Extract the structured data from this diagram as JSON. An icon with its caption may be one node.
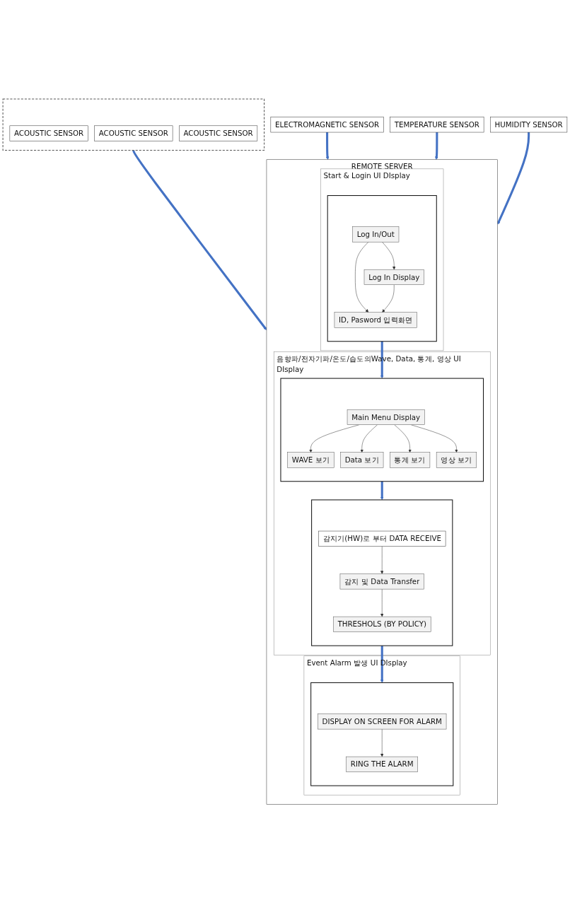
{
  "diagram": {
    "nodes": [
      {
        "text": [],
        "shape": "box"
      },
      {
        "text": [
          "ACOUSTIC SENSOR"
        ],
        "in": 0
      },
      {
        "text": [
          "ACOUSTIC SENSOR"
        ],
        "in": 0
      },
      {
        "text": [
          "ACOUSTIC SENSOR"
        ],
        "in": 0
      },
      {
        "text": [
          "ELECTROMAGNETIC SENSOR"
        ]
      },
      {
        "text": [
          "TEMPERATURE SENSOR"
        ]
      },
      {
        "text": [
          "HUMIDITY SENSOR"
        ]
      },
      {
        "text": [
          "REMOTE SERVER"
        ]
      },
      {
        "text": [
          "Start & Login UI DIsplay"
        ],
        "in": 7
      },
      {
        "text": [],
        "shape": "box",
        "in": 8
      },
      {
        "text": [
          "Log In/Out"
        ],
        "in": 9
      },
      {
        "text": [
          "Log In Display"
        ],
        "in": 9
      },
      {
        "text": [
          "ID, Pasword 입력화면"
        ],
        "in": 9
      },
      {
        "text": [
          "음향파/전자기파/온도/습도의Wave, Data, 통계, 영상 UI DIsplay"
        ],
        "in": 7
      },
      {
        "text": [],
        "shape": "box",
        "in": 13
      },
      {
        "text": [
          "Main Menu Display"
        ],
        "in": 14
      },
      {
        "text": [
          "WAVE 보기"
        ],
        "in": 14
      },
      {
        "text": [
          "Data 보기"
        ],
        "in": 14
      },
      {
        "text": [
          "통계 보기"
        ],
        "in": 14
      },
      {
        "text": [
          "영상 보기"
        ],
        "in": 14
      },
      {
        "text": [],
        "shape": "box",
        "in": 13
      },
      {
        "text": [
          "감지기(HW)로 부터 DATA RECEIVE"
        ],
        "in": 20
      },
      {
        "text": [
          "감지 및 Data Transfer"
        ],
        "in": 20
      },
      {
        "text": [
          "THRESHOLS (BY POLICY)"
        ],
        "in": 20
      },
      {
        "text": [
          "Event Alarm 발생 UI DIsplay"
        ],
        "in": 7
      },
      {
        "text": [],
        "shape": "box",
        "in": 24
      },
      {
        "text": [
          "DISPLAY ON SCREEN FOR ALARM"
        ],
        "in": 25
      },
      {
        "text": [
          "RING THE ALARM"
        ],
        "in": 25
      }
    ],
    "edges": [
      {
        "from": 0,
        "to": 7,
        "arrow": "to",
        "style": "thick",
        "color": "#4472c4"
      },
      {
        "from": 4,
        "to": 7,
        "arrow": "to",
        "style": "thick",
        "color": "#4472c4"
      },
      {
        "from": 5,
        "to": 7,
        "arrow": "to",
        "style": "thick",
        "color": "#4472c4"
      },
      {
        "from": 6,
        "to": 7,
        "arrow": "to",
        "style": "thick",
        "color": "#4472c4"
      },
      {
        "from": 10,
        "to": 11,
        "arrow": "to"
      },
      {
        "from": 10,
        "to": 12,
        "arrow": "to"
      },
      {
        "from": 11,
        "to": 12,
        "arrow": "to"
      },
      {
        "from": 9,
        "to": 14,
        "arrow": "to",
        "style": "thick",
        "color": "#4472c4"
      },
      {
        "from": 15,
        "to": 16,
        "arrow": "to"
      },
      {
        "from": 15,
        "to": 17,
        "arrow": "to"
      },
      {
        "from": 15,
        "to": 18,
        "arrow": "to"
      },
      {
        "from": 15,
        "to": 19,
        "arrow": "to"
      },
      {
        "from": 14,
        "to": 20,
        "arrow": "to",
        "style": "thick",
        "color": "#4472c4"
      },
      {
        "from": 21,
        "to": 22,
        "arrow": "to"
      },
      {
        "from": 22,
        "to": 23,
        "arrow": "to"
      },
      {
        "from": 20,
        "to": 25,
        "arrow": "to",
        "style": "thick",
        "color": "#4472c4"
      },
      {
        "from": 26,
        "to": 27,
        "arrow": "to"
      }
    ]
  }
}
